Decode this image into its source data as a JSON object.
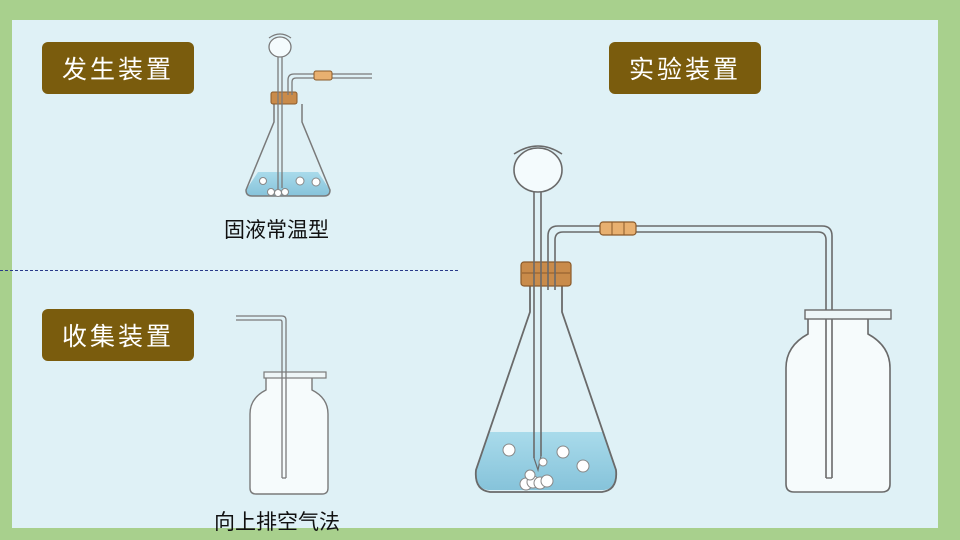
{
  "badges": {
    "generation": "发生装置",
    "experiment": "实验装置",
    "collection": "收集装置"
  },
  "captions": {
    "generation_type": "固液常温型",
    "collection_method": "向上排空气法"
  },
  "colors": {
    "frame": "#a8d08d",
    "panel": "#dff1f6",
    "badge": "#7a5c0d",
    "liquid": "#9fd4e6",
    "stopper": "#c98b4a",
    "glass_outline": "#7a7a7a"
  }
}
